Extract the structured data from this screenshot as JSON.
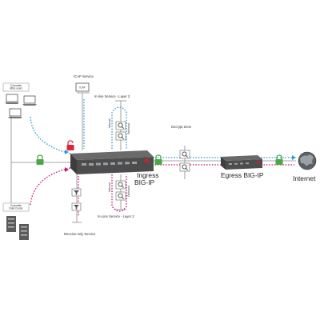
{
  "labels": {
    "corporate_office_users": "Corporate office users",
    "corporate_data_center": "Corporate Data Center",
    "icap_service": "ICAP Service",
    "icap_box": "ICAP",
    "inline_l3": "In-line Service - Layer 3",
    "inline_l2": "In-Line Service - Layer 2",
    "receive_only": "Receive-only Service",
    "decrypt_zone": "Decrypt Zone",
    "ingress_line1": "Ingress",
    "ingress_line2": "BIG-IP",
    "egress": "Egress BIG-IP",
    "internet": "Internet",
    "inbound": "Inbound",
    "outbound": "Outbound"
  },
  "colors": {
    "user_traffic": "#2f9fd8",
    "datacenter_traffic": "#c2187a",
    "lock_green": "#49a845",
    "lock_red": "#d9263a",
    "device_dark": "#4a4a4a",
    "wire": "#8a8a8a"
  },
  "icons": {
    "laptop": "laptop-icon",
    "server": "server-icon",
    "globe": "globe-icon",
    "lock": "padlock-icon",
    "filter": "funnel-icon",
    "inspect": "magnifier-icon"
  }
}
